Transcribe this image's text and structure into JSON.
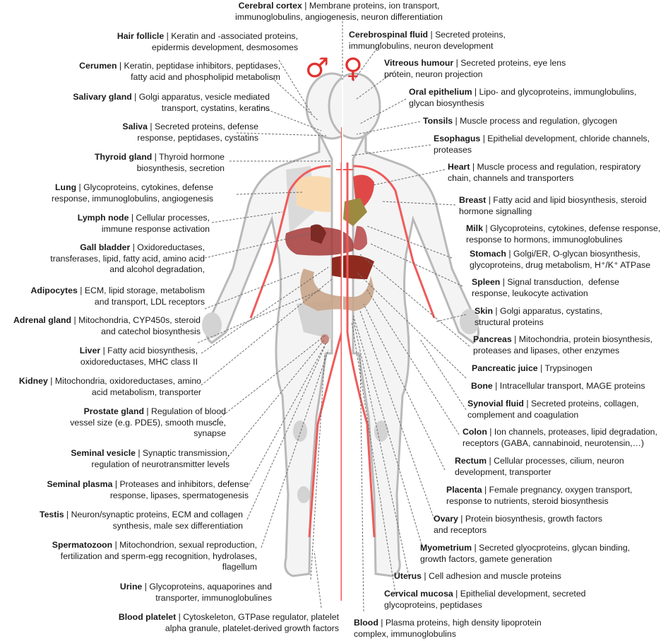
{
  "symbols": {
    "male": "♂",
    "female": "♀"
  },
  "colors": {
    "vessel": "#f05a5a",
    "silhouette": "#b9b9b9",
    "leader": "#6b6b6b"
  },
  "labels": {
    "cerebral_cortex": {
      "name": "Cerebral cortex",
      "line1": " | Membrane proteins, ion transport,",
      "line2": "immunoglobulins, angiogenesis, neuron differentiation"
    },
    "hair_follicle": {
      "name": "Hair follicle",
      "line1": " | Keratin and -associated proteins,",
      "line2": "epidermis development, desmosomes"
    },
    "cerumen": {
      "name": "Cerumen",
      "line1": " | Keratin, peptidase inhibitors, peptidases,",
      "line2": "fatty acid and phospholipid metabolism"
    },
    "salivary_gland": {
      "name": "Salivary gland",
      "line1": " | Golgi apparatus, vesicle mediated",
      "line2": "transport, cystatins, keratins"
    },
    "saliva": {
      "name": "Saliva",
      "line1": " | Secreted proteins, defense",
      "line2": "response, peptidases, cystatins"
    },
    "thyroid_gland": {
      "name": "Thyroid gland",
      "line1": " | Thyroid hormone",
      "line2": "biosynthesis, secretion"
    },
    "lung": {
      "name": "Lung",
      "line1": " | Glycoproteins, cytokines, defense",
      "line2": "response, immunoglobulins, angiogenesis"
    },
    "lymph_node": {
      "name": "Lymph node",
      "line1": " | Cellular processes,",
      "line2": "immune response activation"
    },
    "gall_bladder": {
      "name": "Gall bladder",
      "line1": " | Oxidoreductases,",
      "line2": "transferases, lipid, fatty acid, amino acid",
      "line3": "and alcohol degradation,"
    },
    "adipocytes": {
      "name": "Adipocytes",
      "line1": " | ECM, lipid storage, metabolism",
      "line2": "and transport, LDL receptors"
    },
    "adrenal_gland": {
      "name": "Adrenal gland",
      "line1": " | Mitochondria, CYP450s, steroid",
      "line2": "and catechol biosynthesis"
    },
    "liver": {
      "name": "Liver",
      "line1": " | Fatty acid biosynthesis,",
      "line2": "oxidoreductases, MHC class II"
    },
    "kidney": {
      "name": "Kidney",
      "line1": " | Mitochondria, oxidoreductases, amino",
      "line2": "acid metabolism, transporter"
    },
    "prostate_gland": {
      "name": "Prostate gland",
      "line1": " | Regulation of blood",
      "line2": "vessel size (e.g. PDE5), smooth muscle,",
      "line3": "synapse"
    },
    "seminal_vesicle": {
      "name": "Seminal vesicle",
      "line1": " | Synaptic transmission,",
      "line2": "regulation of neurotransmitter levels"
    },
    "seminal_plasma": {
      "name": "Seminal plasma",
      "line1": " | Proteases and inhibitors, defense",
      "line2": "response, lipases, spermatogenesis"
    },
    "testis": {
      "name": "Testis",
      "line1": " | Neuron/synaptic proteins, ECM and collagen",
      "line2": "synthesis, male sex differentiation"
    },
    "spermatozoon": {
      "name": "Spermatozoon",
      "line1": " | Mitochondrion, sexual reproduction,",
      "line2": "fertilization and sperm-egg recognition, hydrolases,",
      "line3": "flagellum"
    },
    "urine": {
      "name": "Urine",
      "line1": " | Glycoproteins, aquaporines and",
      "line2": "transporter, immunoglobulines"
    },
    "blood_platelet": {
      "name": "Blood platelet",
      "line1": " | Cytoskeleton, GTPase regulator, platelet",
      "line2": "alpha granule, platelet-derived growth factors"
    },
    "cerebrospinal_fluid": {
      "name": "Cerebrospinal fluid",
      "line1": " | Secreted proteins,",
      "line2": "immunglobulins, neuron development"
    },
    "vitreous_humour": {
      "name": "Vitreous humour",
      "line1": " | Secreted proteins, eye lens",
      "line2": "protein, neuron projection"
    },
    "oral_epithelium": {
      "name": "Oral epithelium",
      "line1": " | Lipo- and glycoproteins, immunglobulins,",
      "line2": "glycan biosynthesis"
    },
    "tonsils": {
      "name": "Tonsils",
      "line1": " | Muscle process and regulation, glycogen"
    },
    "esophagus": {
      "name": "Esophagus",
      "line1": " | Epithelial development, chloride channels,",
      "line2": "proteases"
    },
    "heart": {
      "name": "Heart",
      "line1": " | Muscle process and regulation, respiratory",
      "line2": "chain, channels and transporters"
    },
    "breast": {
      "name": "Breast",
      "line1": " | Fatty acid and lipid biosynthesis, steroid",
      "line2": "hormone signalling"
    },
    "milk": {
      "name": "Milk",
      "line1": " | Glycoproteins, cytokines, defense response,",
      "line2": "response to hormons, immunoglobulines"
    },
    "stomach": {
      "name": "Stomach",
      "line1": " | Golgi/ER, O-glycan biosynthesis,",
      "line2": "glycoproteins, drug metabolism, H⁺/K⁺ ATPase"
    },
    "spleen": {
      "name": "Spleen",
      "line1": " | Signal transduction,  defense",
      "line2": "response, leukocyte activation"
    },
    "skin": {
      "name": "Skin",
      "line1": " | Golgi apparatus, cystatins,",
      "line2": "structural proteins"
    },
    "pancreas": {
      "name": "Pancreas",
      "line1": " | Mitochondria, protein biosynthesis,",
      "line2": "proteases and lipases, other enzymes"
    },
    "pancreatic_juice": {
      "name": "Pancreatic juice",
      "line1": " | Trypsinogen"
    },
    "bone": {
      "name": "Bone",
      "line1": " | Intracellular transport, MAGE proteins"
    },
    "synovial_fluid": {
      "name": "Synovial fluid",
      "line1": " | Secreted proteins, collagen,",
      "line2": "complement and coagulation"
    },
    "colon": {
      "name": "Colon",
      "line1": " | Ion channels, proteases, lipid degradation,",
      "line2": "receptors (GABA, cannabinoid, neurotensin,…)"
    },
    "rectum": {
      "name": "Rectum",
      "line1": " | Cellular processes, cilium, neuron",
      "line2": "development, transporter"
    },
    "placenta": {
      "name": "Placenta",
      "line1": " | Female pregnancy, oxygen transport,",
      "line2": "response to nutrients, steroid biosynthesis"
    },
    "ovary": {
      "name": "Ovary",
      "line1": " | Protein biosynthesis, growth factors",
      "line2": "and receptors"
    },
    "myometrium": {
      "name": "Myometrium",
      "line1": " | Secreted glyocproteins, glycan binding,",
      "line2": "growth factors, gamete generation"
    },
    "uterus": {
      "name": "Uterus",
      "line1": " | Cell adhesion and muscle proteins"
    },
    "cervical_mucosa": {
      "name": "Cervical mucosa",
      "line1": " | Epithelial development, secreted",
      "line2": "glycoproteins, peptidases"
    },
    "blood": {
      "name": "Blood",
      "line1": " | Plasma proteins, high density lipoprotein",
      "line2": "complex, immunoglobulins"
    }
  }
}
